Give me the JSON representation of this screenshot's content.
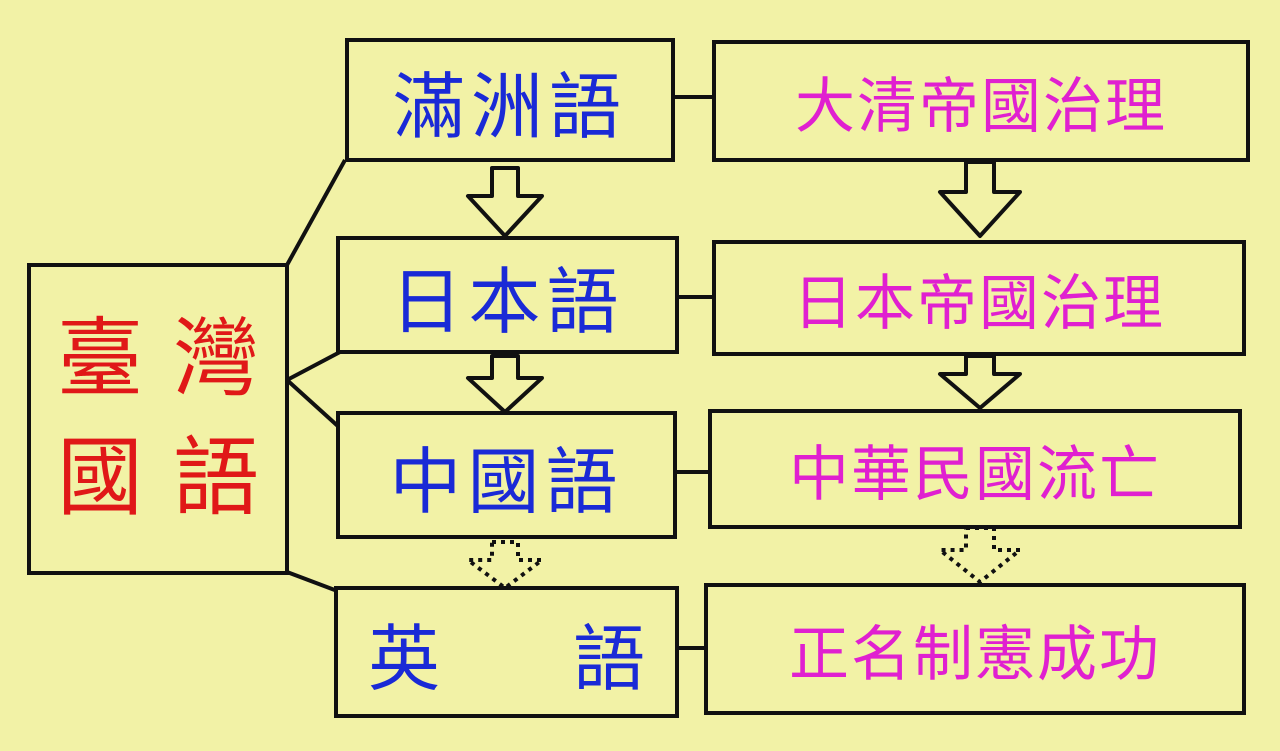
{
  "root": {
    "chars": [
      "臺",
      "灣",
      "國",
      "語"
    ]
  },
  "rows": [
    {
      "language": "滿洲語",
      "government": "大清帝國治理"
    },
    {
      "language": "日本語",
      "government": "日本帝國治理"
    },
    {
      "language": "中國語",
      "government": "中華民國流亡"
    },
    {
      "language_parts": [
        "英",
        "語"
      ],
      "government": "正名制憲成功"
    }
  ],
  "colors": {
    "background": "#f2f2a6",
    "root_text": "#e01818",
    "language_text": "#1a2ad6",
    "government_text": "#e020d0",
    "border": "#111111"
  }
}
